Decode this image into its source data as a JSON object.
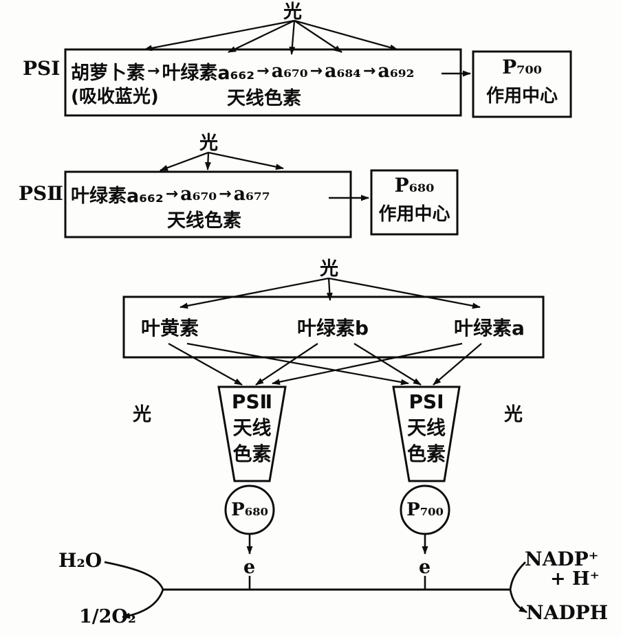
{
  "icons": {
    "arrow_right": "→"
  },
  "ps1": {
    "label": "PSⅠ",
    "light": "光",
    "chain": [
      "胡萝卜素",
      "叶绿素a₆₆₂",
      "a₆₇₀",
      "a₆₈₄",
      "a₆₉₂"
    ],
    "note": "(吸收蓝光)",
    "antenna": "天线色素",
    "center_name": "P₇₀₀",
    "center_role": "作用中心"
  },
  "ps2": {
    "label": "PSⅡ",
    "light": "光",
    "chain": [
      "叶绿素a₆₆₂",
      "a₆₇₀",
      "a₆₇₇"
    ],
    "antenna": "天线色素",
    "center_name": "P₆₈₀",
    "center_role": "作用中心"
  },
  "combined": {
    "light": "光",
    "pigments": [
      "叶黄素",
      "叶绿素b",
      "叶绿素a"
    ],
    "light_left": "光",
    "light_right": "光",
    "ps2_funnel": [
      "PSⅡ",
      "天线",
      "色素"
    ],
    "ps1_funnel": [
      "PSⅠ",
      "天线",
      "色素"
    ],
    "ps2_center": "P₆₈₀",
    "ps1_center": "P₇₀₀",
    "electron_left": "e",
    "electron_right": "e",
    "water": "H₂O",
    "oxygen": "1/2O₂",
    "nadp": "NADP⁺",
    "h_plus": "+ H⁺",
    "nadph": "NADPH"
  }
}
